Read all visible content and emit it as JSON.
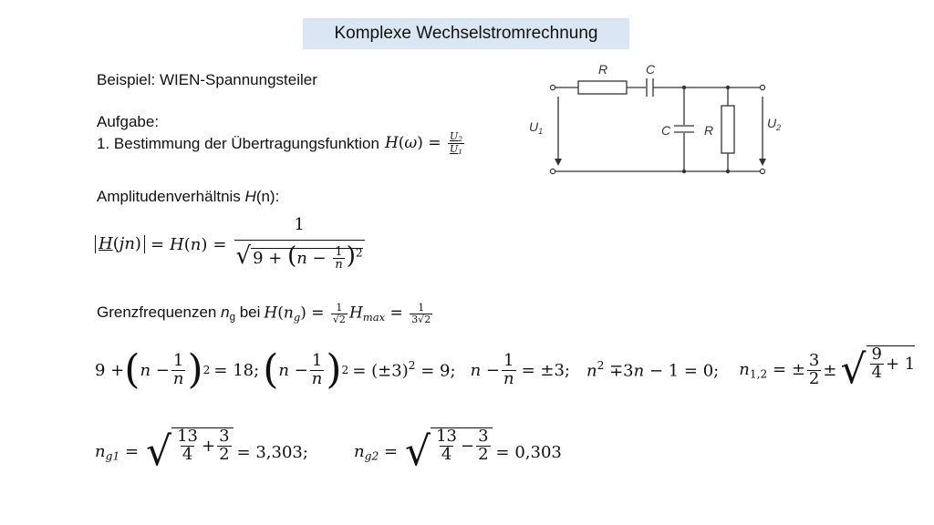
{
  "title": "Komplexe Wechselstromrechnung",
  "example": "Beispiel: WIEN-Spannungsteiler",
  "task_label": "Aufgabe:",
  "task_item": "1. Bestimmung der Übertragungsfunktion",
  "amplitude_label_pre": "Amplitudenverhältnis ",
  "amplitude_label_fn": "H",
  "amplitude_label_arg": "(n):",
  "limit_label_pre": "Grenzfrequenzen ",
  "limit_label_n": "n",
  "limit_label_sub": "g",
  "limit_label_mid": " bei ",
  "circuit": {
    "label_R_series": "R",
    "label_C_series": "C",
    "label_C_parallel": "C",
    "label_R_parallel": "R",
    "label_U1": "U",
    "label_U1_sub": "1",
    "label_U2": "U",
    "label_U2_sub": "2"
  },
  "results": {
    "ng1_value": "= 3,303;",
    "ng2_value": "= 0,303"
  }
}
